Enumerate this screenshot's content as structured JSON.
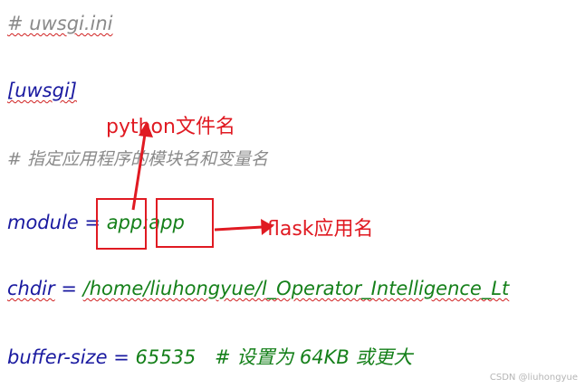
{
  "lines": {
    "file_comment": "# uwsgi.ini",
    "section_header": "[uwsgi]",
    "comment_module": "# 指定应用程序的模块名和变量名",
    "module_key": "module",
    "module_eq": "=",
    "module_value": "app:app",
    "chdir_key": "chdir",
    "chdir_eq": "=",
    "chdir_value": "/home/liuhongyue/l_Operator_Intelligence_Lt",
    "buffer_key": "buffer-size",
    "buffer_eq": "=",
    "buffer_value": "65535",
    "buffer_comment": "#  设置为 64KB  或更大"
  },
  "annotations": {
    "python_label": "python文件名",
    "flask_label": "flask应用名"
  },
  "colors": {
    "comment": "#8a8a8a",
    "key": "#1a1aa0",
    "value": "#15801a",
    "annotation": "#e01a22"
  },
  "watermark": "CSDN @liuhongyue"
}
